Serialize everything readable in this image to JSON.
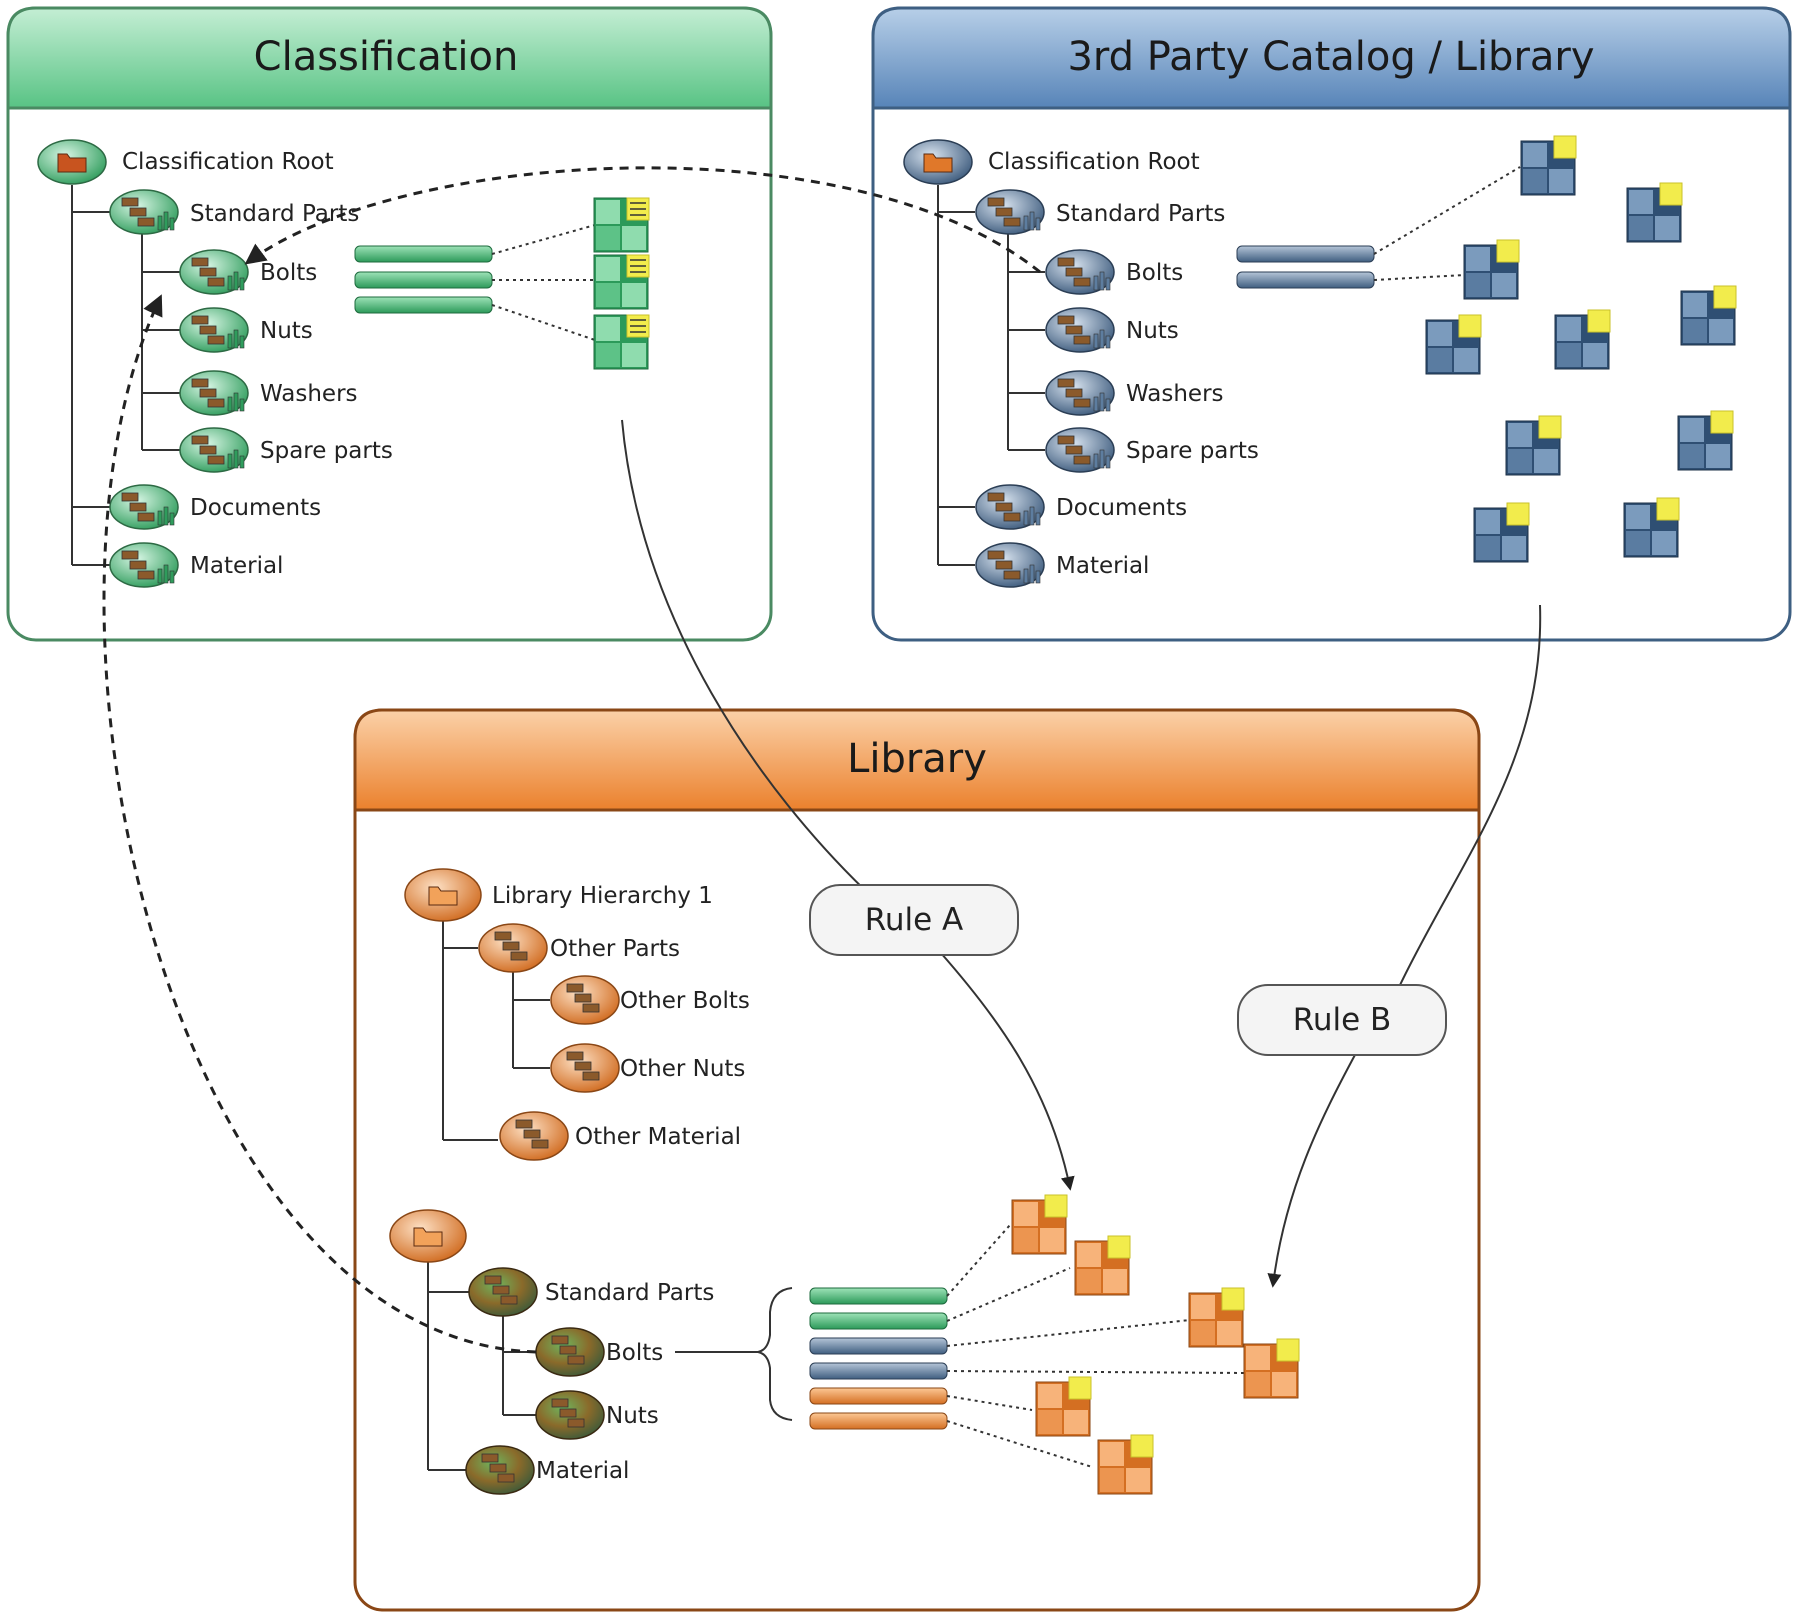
{
  "panels": {
    "classification": {
      "title": "Classification",
      "root": "Classification Root",
      "nodes": [
        "Standard Parts",
        "Bolts",
        "Nuts",
        "Washers",
        "Spare parts",
        "Documents",
        "Material"
      ]
    },
    "catalog": {
      "title": "3rd Party Catalog / Library",
      "root": "Classification Root",
      "nodes": [
        "Standard Parts",
        "Bolts",
        "Nuts",
        "Washers",
        "Spare parts",
        "Documents",
        "Material"
      ]
    },
    "library": {
      "title": "Library",
      "hierarchy1": {
        "root": "Library Hierarchy 1",
        "nodes": [
          "Other Parts",
          "Other Bolts",
          "Other Nuts",
          "Other Material"
        ]
      },
      "hierarchy2": {
        "nodes": [
          "Standard Parts",
          "Bolts",
          "Nuts",
          "Material"
        ]
      }
    }
  },
  "rules": {
    "a": "Rule A",
    "b": "Rule B"
  },
  "colors": {
    "green": "#3fae6d",
    "blue": "#4a6f96",
    "orange": "#e07c2a",
    "yellow": "#f2ec4c"
  }
}
